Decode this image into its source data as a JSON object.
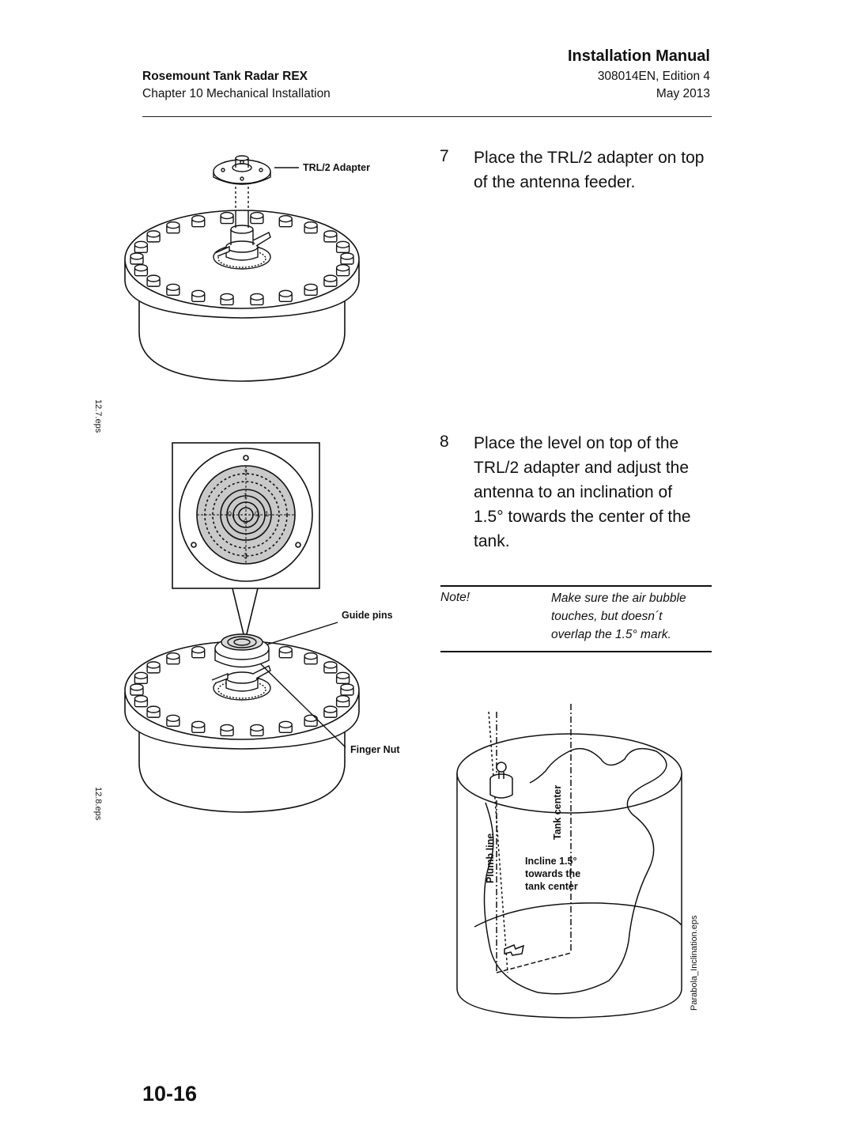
{
  "header": {
    "title": "Installation Manual",
    "product": "Rosemount Tank Radar REX",
    "doc_number": "308014EN, Edition 4",
    "chapter": "Chapter 10 Mechanical Installation",
    "date": "May 2013"
  },
  "steps": [
    {
      "number": "7",
      "lines": [
        "Place the TRL/2 adapter on top",
        "of the antenna feeder."
      ]
    },
    {
      "number": "8",
      "lines": [
        "Place the level on top of the",
        "TRL/2 adapter and adjust the",
        "antenna to an inclination of",
        "1.5° towards the center of the",
        "tank."
      ]
    }
  ],
  "note": {
    "label": "Note!",
    "lines": [
      "Make sure the air bubble",
      "touches, but doesn´t",
      "overlap the 1.5° mark."
    ]
  },
  "figures": {
    "fig1": {
      "label": "TRL/2 Adapter",
      "file": "12.7.eps"
    },
    "fig2": {
      "label_guide_pins": "Guide pins",
      "label_finger_nut": "Finger Nut",
      "file": "12.8.eps",
      "level_scale": [
        "3",
        "1",
        "0,",
        "0,",
        "0",
        "1",
        "3"
      ]
    },
    "fig3": {
      "label_plumb": "Plumb line",
      "label_tank_center": "Tank center",
      "incline": [
        "Incline 1.5°",
        "towards the",
        "tank center"
      ],
      "file": "Parabola_Inclination.eps"
    }
  },
  "page_number": "10-16"
}
